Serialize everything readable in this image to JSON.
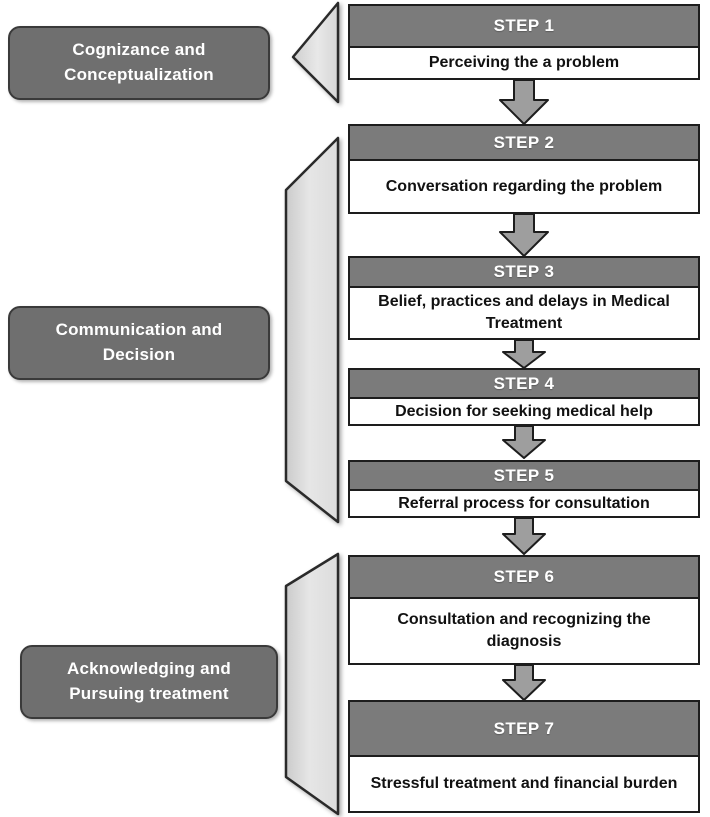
{
  "diagram": {
    "title": "Patient pathway flowchart",
    "colors": {
      "header_gray": "#7b7b7b",
      "label_gray": "#6f6f6f",
      "bracket_fill_light": "#f2f2f2",
      "bracket_fill_dark": "#c9c9c9",
      "outline": "#1d1d1d",
      "arrow_fill": "#9e9e9e",
      "header_text": "#ffffff",
      "body_text": "#111111"
    },
    "phases": [
      {
        "id": "phase-1",
        "line1": "Cognizance  and",
        "line2": "Conceptualization"
      },
      {
        "id": "phase-2",
        "line1": "Communication and",
        "line2": "Decision"
      },
      {
        "id": "phase-3",
        "line1": "Acknowledging  and",
        "line2": "Pursuing treatment"
      }
    ],
    "steps": [
      {
        "id": "step-1",
        "header": "STEP 1",
        "line1": "Perceiving the a problem",
        "line2": ""
      },
      {
        "id": "step-2",
        "header": "STEP 2",
        "line1": "Conversation regarding the",
        "line2": "problem"
      },
      {
        "id": "step-3",
        "header": "STEP 3",
        "line1": "Belief, practices and delays in",
        "line2": "Medical Treatment"
      },
      {
        "id": "step-4",
        "header": "STEP 4",
        "line1": "Decision for seeking medical help",
        "line2": ""
      },
      {
        "id": "step-5",
        "header": "STEP 5",
        "line1": "Referral process for consultation",
        "line2": ""
      },
      {
        "id": "step-6",
        "header": "STEP 6",
        "line1": "Consultation and recognizing the",
        "line2": "diagnosis"
      },
      {
        "id": "step-7",
        "header": "STEP 7",
        "line1": "Stressful treatment and financial",
        "line2": "burden"
      }
    ],
    "connectors": [
      {
        "id": "connector-1-2",
        "from": "STEP 1",
        "to": "STEP 2"
      },
      {
        "id": "connector-2-3",
        "from": "STEP 2",
        "to": "STEP 3"
      },
      {
        "id": "connector-3-4",
        "from": "STEP 3",
        "to": "STEP 4"
      },
      {
        "id": "connector-4-5",
        "from": "STEP 4",
        "to": "STEP 5"
      },
      {
        "id": "connector-5-6",
        "from": "STEP 5",
        "to": "STEP 6"
      },
      {
        "id": "connector-6-7",
        "from": "STEP 6",
        "to": "STEP 7"
      }
    ]
  }
}
